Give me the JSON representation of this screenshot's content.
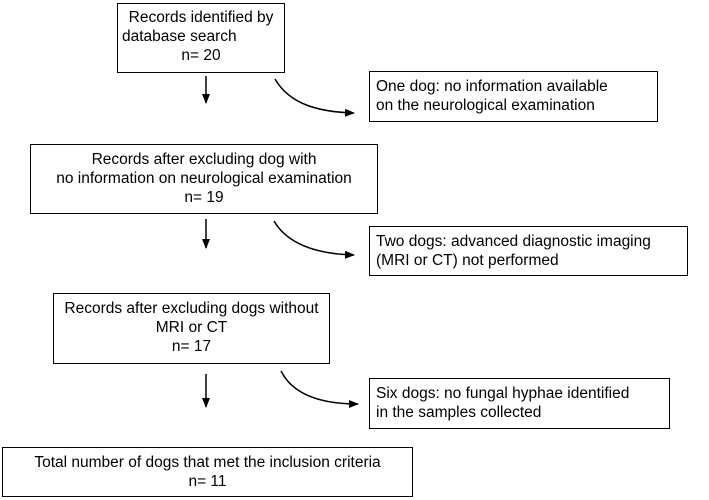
{
  "flow": {
    "steps": [
      {
        "lines": [
          "Records identified by",
          "database search",
          "n= 20"
        ]
      },
      {
        "lines": [
          "Records after excluding dog with",
          "no information on neurological examination",
          "n= 19"
        ]
      },
      {
        "lines": [
          "Records after excluding dogs without",
          "MRI or CT",
          "n= 17"
        ]
      },
      {
        "lines": [
          "Total number of dogs that met the inclusion criteria",
          "n= 11"
        ]
      }
    ],
    "exclusions": [
      {
        "lines": [
          "One dog: no information available",
          "on the neurological examination"
        ]
      },
      {
        "lines": [
          "Two dogs: advanced diagnostic imaging",
          "(MRI or CT) not performed"
        ]
      },
      {
        "lines": [
          "Six dogs: no fungal hyphae identified",
          "in the samples collected"
        ]
      }
    ]
  },
  "colors": {
    "stroke": "#000000",
    "background": "#ffffff"
  }
}
